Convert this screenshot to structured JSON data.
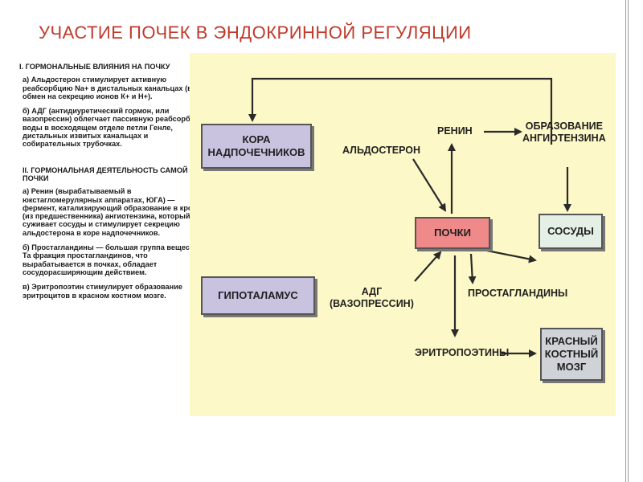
{
  "title": "УЧАСТИЕ ПОЧЕК В ЭНДОКРИННОЙ РЕГУЛЯЦИИ",
  "text": {
    "section1_heading": "I. ГОРМОНАЛЬНЫЕ ВЛИЯНИЯ НА ПОЧКУ",
    "section1_a": "а) Альдостерон стимулирует активную реабсорбцию Na+ в дистальных канальцах (в обмен на секрецию ионов К+ и Н+).",
    "section1_b": "б) АДГ (антидиуретический гормон, или вазопрессин) облегчает пассивную реабсорбцию воды в восходящем отделе петли Генле, дистальных извитых канальцах и собирательных трубочках.",
    "section2_heading": "II. ГОРМОНАЛЬНАЯ ДЕЯТЕЛЬНОСТЬ САМОЙ ПОЧКИ",
    "section2_a": "а) Ренин (вырабатываемый в юкстагломерулярных аппаратах, ЮГА) — фермент, катализирующий образование в крови (из предшественника) ангиотензина, который суживает сосуды и стимулирует секрецию альдостерона в коре надпочечников.",
    "section2_b": "б) Простагландины — большая группа веществ. Та фракция простагландинов, что вырабатывается в почках, обладает сосудорасширяющим действием.",
    "section2_c": "в) Эритропоэтин стимулирует образование эритроцитов в красном костном мозге."
  },
  "diagram": {
    "boxes": {
      "cortex_line1": "КОРА",
      "cortex_line2": "НАДПОЧЕЧНИКОВ",
      "kidney": "ПОЧКИ",
      "vessels": "СОСУДЫ",
      "hypothalamus": "ГИПОТАЛАМУС",
      "marrow_line1": "КРАСНЫЙ",
      "marrow_line2": "КОСТНЫЙ",
      "marrow_line3": "МОЗГ"
    },
    "labels": {
      "aldosterone": "АЛЬДОСТЕРОН",
      "renin": "РЕНИН",
      "angiotensin_line1": "ОБРАЗОВАНИЕ",
      "angiotensin_line2": "АНГИОТЕНЗИНА",
      "adh_line1": "АДГ",
      "adh_line2": "(ВАЗОПРЕССИН)",
      "prostaglandins": "ПРОСТАГЛАНДИНЫ",
      "erythropoietins": "ЭРИТРОПОЭТИНЫ"
    },
    "colors": {
      "background": "#fdf8c7",
      "cortex_fill": "#c9c3e0",
      "kidney_fill": "#f08a8a",
      "vessels_fill": "#e4f0e6",
      "hypothalamus_fill": "#c9c3e0",
      "marrow_fill": "#cfd2d6",
      "arrow": "#2a2a2a",
      "title": "#c0392b"
    }
  }
}
